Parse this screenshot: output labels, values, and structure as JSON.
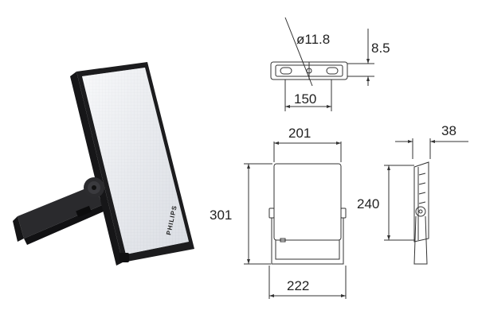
{
  "product": {
    "brand": "PHILIPS",
    "colors": {
      "body": "#1c1c1e",
      "body_shade": "#2b2b2e",
      "lens": "#eef0f4",
      "lens_grid": "#c9ccd3",
      "line": "#333333"
    }
  },
  "dimensions": {
    "hole_diameter": "ø11.8",
    "bracket_thickness": "8.5",
    "hole_spacing": "150",
    "front_width": "201",
    "overall_height": "301",
    "overall_width": "222",
    "side_height": "240",
    "side_depth": "38"
  }
}
